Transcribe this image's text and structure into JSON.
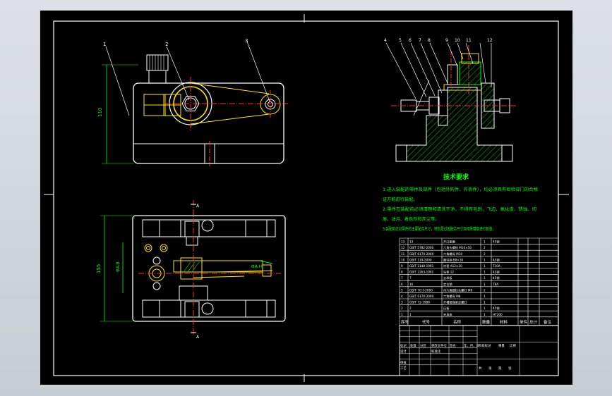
{
  "drawing": {
    "balloons": [
      "1",
      "2",
      "3",
      "4",
      "5",
      "6",
      "7",
      "8",
      "9",
      "10",
      "11",
      "12"
    ],
    "dims": {
      "front_height": "110",
      "top_height": "155",
      "top_inner": "ΦA.B",
      "top_section_tag": "ΦA.H"
    },
    "section_marks": {
      "top": "A",
      "bottom": "A"
    }
  },
  "tech_requirements": {
    "title": "技术要求",
    "lines": [
      "1.进入装配的零件及部件（包括外购件、外协件），均必须具有检验部门的合格",
      "证方能进行装配。",
      "2.零件在装配前必须清理和清洗干净，不得有毛刺、飞边、氧化皮、锈蚀、切",
      "屑、油污、着色剂和灰尘等。",
      "3.装配前应对零件的主要配合尺寸，特别是过盈配合尺寸及相关精度进行复查。"
    ]
  },
  "bom": {
    "rows": [
      {
        "no": "13",
        "code": "13",
        "name": "开口垫圈",
        "qty": "1",
        "material": "45钢",
        "note": ""
      },
      {
        "no": "12",
        "code": "GB/T 5782-2000",
        "name": "六角头螺栓 M10×50",
        "qty": "2",
        "material": "",
        "note": ""
      },
      {
        "no": "11",
        "code": "GB/T 6170-2000",
        "name": "六角螺母 M10",
        "qty": "2",
        "material": "",
        "note": ""
      },
      {
        "no": "10",
        "code": "GB/T 119-2000",
        "name": "圆柱销 B8×30",
        "qty": "1",
        "material": "45钢",
        "note": ""
      },
      {
        "no": "9",
        "code": "GB/T 2148-1991",
        "name": "衬套 A12×20",
        "qty": "1",
        "material": "T10A",
        "note": ""
      },
      {
        "no": "8",
        "code": "GB/T 2263-1991",
        "name": "钻套 12",
        "qty": "1",
        "material": "45钢",
        "note": ""
      },
      {
        "no": "7",
        "code": "7",
        "name": "支承板",
        "qty": "1",
        "material": "45钢",
        "note": ""
      },
      {
        "no": "6",
        "code": "16",
        "name": "定位销",
        "qty": "1",
        "material": "T8A",
        "note": ""
      },
      {
        "no": "5",
        "code": "GB/T 70.1-2000",
        "name": "内六角圆柱头螺钉 M8",
        "qty": "2",
        "material": "",
        "note": ""
      },
      {
        "no": "4",
        "code": "GB/T 6170-2000",
        "name": "六角螺母 M8",
        "qty": "1",
        "material": "",
        "note": ""
      },
      {
        "no": "3",
        "code": "GB/T 72-1988",
        "name": "开槽锥端紧定螺钉",
        "qty": "1",
        "material": "",
        "note": ""
      },
      {
        "no": "2",
        "code": "2",
        "name": "压板",
        "qty": "1",
        "material": "45钢",
        "note": ""
      },
      {
        "no": "1",
        "code": "1",
        "name": "夹具体",
        "qty": "1",
        "material": "HT200",
        "note": ""
      }
    ],
    "header": [
      "序号",
      "代号",
      "名称",
      "数量",
      "材料",
      "单件",
      "总计",
      "备注"
    ],
    "title_block": [
      "标记",
      "处数",
      "分区",
      "更改文件号",
      "签名",
      "年、月、日",
      "设计",
      "标准化",
      "审核",
      "工艺",
      "阶段标记",
      "重量",
      "比例",
      "共",
      "张",
      "第",
      "张"
    ]
  }
}
